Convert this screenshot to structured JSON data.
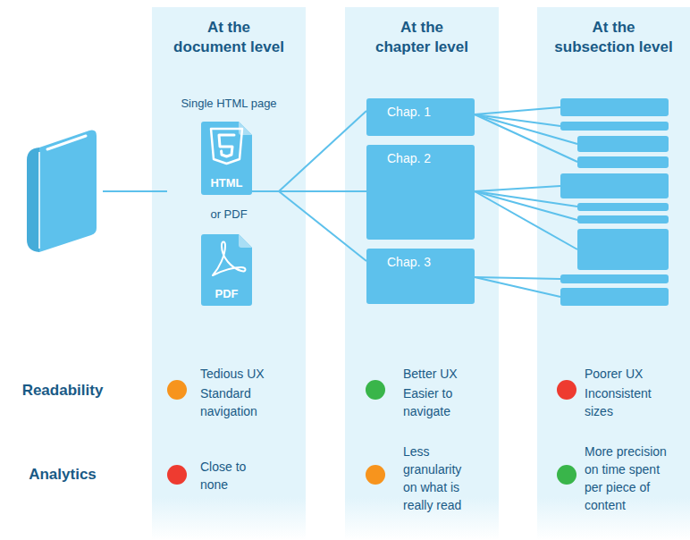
{
  "diagram": {
    "nodes": [
      {
        "text": [
          "At the document level",
          "Single HTML page",
          "or PDF",
          "Tedious UX",
          "Standard navigation",
          "Close to none"
        ]
      },
      {
        "text": [
          "HTML"
        ],
        "in": 0
      },
      {
        "text": [
          "PDF"
        ],
        "in": 0
      },
      {
        "text": [
          "At the chapter level",
          "Better UX",
          "Easier to navigate",
          "Less granularity on what is really read"
        ]
      },
      {
        "text": [
          "Chap. 1"
        ],
        "in": 3
      },
      {
        "text": [
          "Chap. 2"
        ],
        "in": 3
      },
      {
        "text": [
          "Chap. 3"
        ],
        "in": 3
      },
      {
        "text": [
          "At the subsection level",
          "Poorer UX",
          "Inconsistent sizes",
          "More precision on time spent per piece of content"
        ]
      }
    ],
    "edges": [
      {
        "from": 1,
        "to": 4,
        "arrow": "none"
      },
      {
        "from": 1,
        "to": 5,
        "arrow": "none"
      },
      {
        "from": 1,
        "to": 6,
        "arrow": "none"
      }
    ],
    "labels": [
      "Readability",
      "Analytics"
    ]
  }
}
